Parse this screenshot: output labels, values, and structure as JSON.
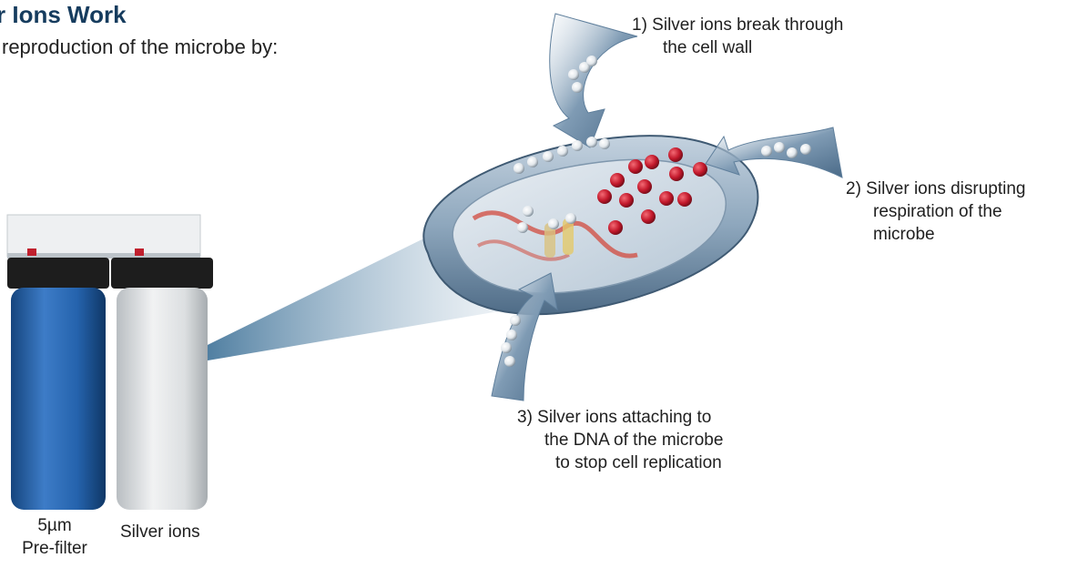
{
  "header": {
    "title": "r Ions Work",
    "subtitle": "reproduction of the microbe by:"
  },
  "steps": [
    {
      "lines": [
        "1) Silver ions break through",
        "the cell wall"
      ]
    },
    {
      "lines": [
        "2) Silver ions disrupting",
        "respiration of the",
        "microbe"
      ]
    },
    {
      "lines": [
        "3) Silver ions attaching to",
        "the DNA of the microbe",
        "to stop cell replication"
      ]
    }
  ],
  "filters": {
    "prefilter": {
      "lines": [
        "5µm",
        "Pre-filter"
      ],
      "color": "#1f5fa8"
    },
    "silver": {
      "label": "Silver ions",
      "color": "#d8dcdf"
    }
  },
  "colors": {
    "title": "#163c5e",
    "arrow": "#5f7f9c",
    "ion_silver": "#eef2f5",
    "ion_red": "#c2182b",
    "cell": "#8aa4bd"
  }
}
